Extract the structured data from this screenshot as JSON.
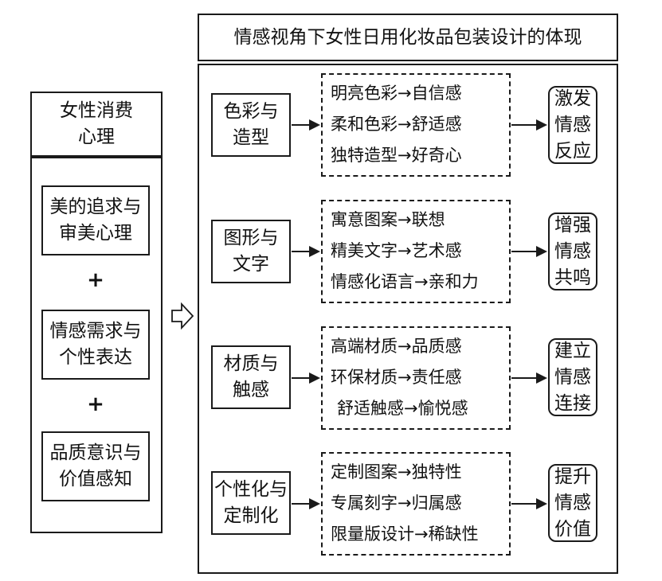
{
  "title": "情感视角下女性日用化妆品包装设计的体现",
  "left_panel": {
    "header": "女性消费\n心理",
    "items": [
      "美的追求与\n审美心理",
      "情感需求与\n个性表达",
      "品质意识与\n价值感知"
    ],
    "plus": [
      "+",
      "+"
    ]
  },
  "rows": [
    {
      "category": "色彩与\n造型",
      "details": [
        "明亮色彩→自信感",
        "柔和色彩→舒适感",
        "独特造型→好奇心"
      ],
      "outcome": "激发\n情感\n反应"
    },
    {
      "category": "图形与\n文字",
      "details": [
        "寓意图案→联想",
        "精美文字→艺术感",
        "情感化语言→亲和力"
      ],
      "outcome": "增强\n情感\n共鸣"
    },
    {
      "category": "材质与\n触感",
      "details": [
        "高端材质→品质感",
        "环保材质→责任感",
        "舒适触感→愉悦感"
      ],
      "outcome": "建立\n情感\n连接"
    },
    {
      "category": "个性化与\n定制化",
      "details": [
        "定制图案→独特性",
        "专属刻字→归属感",
        "限量版设计→稀缺性"
      ],
      "outcome": "提升\n情感\n价值"
    }
  ]
}
